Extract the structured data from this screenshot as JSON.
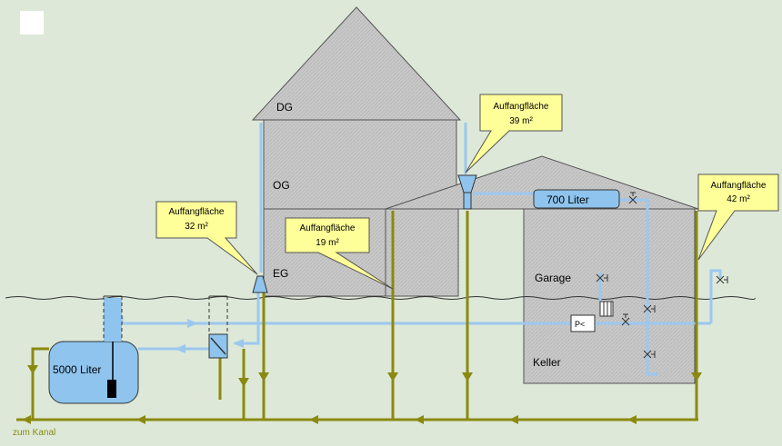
{
  "labels": {
    "dg": "DG",
    "og": "OG",
    "eg": "EG",
    "garage": "Garage",
    "keller": "Keller",
    "tank_main": "5000 Liter",
    "tank_roof": "700 Liter",
    "pump": "P<",
    "kanal": "zum Kanal"
  },
  "callouts": [
    {
      "title": "Auffangfläche",
      "value": "32 m²"
    },
    {
      "title": "Auffangfläche",
      "value": "19 m²"
    },
    {
      "title": "Auffangfläche",
      "value": "39 m²"
    },
    {
      "title": "Auffangfläche",
      "value": "42 m²"
    }
  ],
  "colors": {
    "background": "#dde8d8",
    "building": "#c8c8c8",
    "water_blue": "#9cc8f0",
    "tank_fill": "#8ec4ee",
    "drain_olive": "#8a8a10",
    "callout_fill": "#ffff99"
  }
}
